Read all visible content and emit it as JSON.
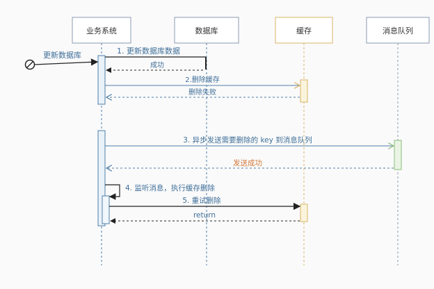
{
  "participants": {
    "business": "业务系统",
    "database": "数据库",
    "cache": "缓存",
    "mq": "消息队列"
  },
  "actor_label": "更新数据库",
  "messages": {
    "m1": "1. 更新数据库数据",
    "m1_ret": "成功",
    "m2": "2.删除缓存",
    "m2_ret": "删除失败",
    "m3": "3. 异步发送需要删除的 key 到消息队列",
    "m3_ret": "发送成功",
    "m4": "4. 监听消息，执行缓存删除",
    "m5": "5. 重试删除",
    "m5_ret": "return"
  },
  "colors": {
    "line": "#4f7fa8",
    "participant_border": "#8a9bb0",
    "cache_border": "#d8b466",
    "activation_fill": "#e9f2f9",
    "cache_activation_fill": "#fbf4dc",
    "mq_activation_fill": "#eaf4e4",
    "label_blue": "#3f6f99",
    "label_orange": "#d37a3a",
    "label_green": "#4d8a3e",
    "dark": "#222222"
  }
}
